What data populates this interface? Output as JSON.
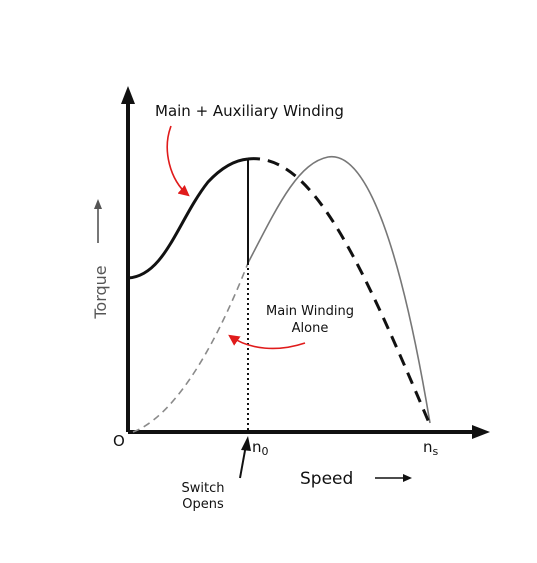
{
  "labels": {
    "main_aux": "Main + Auxiliary Winding",
    "main_alone_line1": "Main Winding",
    "main_alone_line2": "Alone",
    "switch_line1": "Switch",
    "switch_line2": "Opens",
    "origin": "O",
    "n0": "n",
    "n0_sub": "0",
    "ns": "n",
    "ns_sub": "s",
    "speed": "Speed",
    "torque": "Torque"
  },
  "colors": {
    "curve": "#111111",
    "alone_curve": "#777777",
    "dashed_start": "#8a8a8a",
    "annotation_arrow": "#e01b1b",
    "axis": "#111111"
  }
}
